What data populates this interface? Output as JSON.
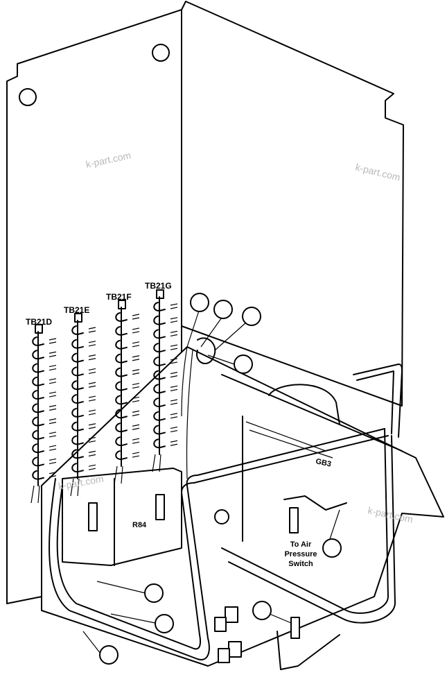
{
  "terminal_blocks": [
    {
      "id": "tb21d",
      "label": "TB21D"
    },
    {
      "id": "tb21e",
      "label": "TB21E"
    },
    {
      "id": "tb21f",
      "label": "TB21F"
    },
    {
      "id": "tb21g",
      "label": "TB21G"
    }
  ],
  "component_labels": {
    "resistor": "R84",
    "cover": "GB3"
  },
  "note": {
    "line1": "To Air",
    "line2": "Pressure",
    "line3": "Switch"
  },
  "watermark": "k-part.com"
}
